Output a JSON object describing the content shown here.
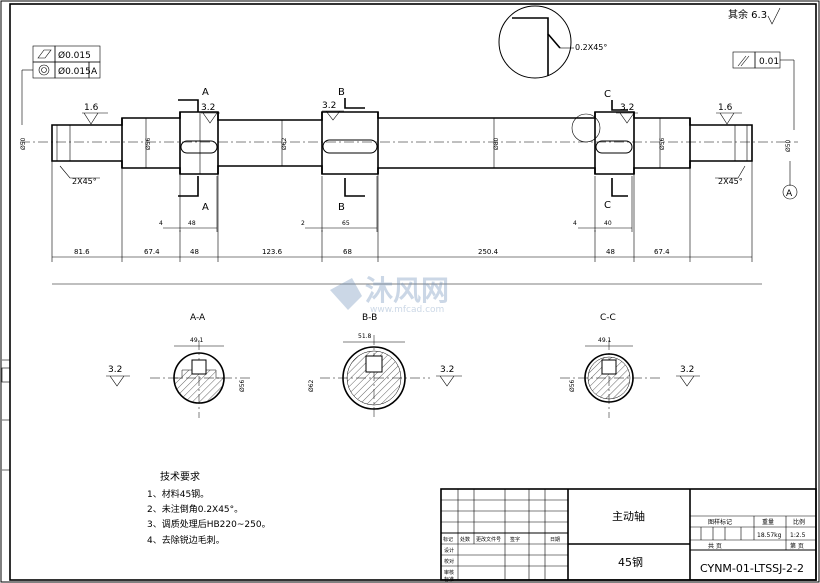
{
  "surface": {
    "other": "其余 6.3",
    "ra_main": "3.2",
    "ra_end": "1.6"
  },
  "chamfer": {
    "detail": "0.2X45°",
    "end": "2X45°"
  },
  "tolerance": {
    "cyl": "Ø0.015",
    "circ": "Ø0.015",
    "datum_ref": "A",
    "runout": "0.01",
    "datum": "A"
  },
  "sections": {
    "A": {
      "label": "A",
      "view_label": "A-A",
      "key_w": "49.1",
      "dia": "Ø56"
    },
    "B": {
      "label": "B",
      "view_label": "B-B",
      "key_w": "51.8",
      "dia": "Ø62"
    },
    "C": {
      "label": "C",
      "view_label": "C-C",
      "key_w": "49.1",
      "dia": "Ø56"
    }
  },
  "dimensions": {
    "total": [
      "81.6",
      "67.4",
      "48",
      "123.6",
      "68",
      "250.4",
      "48",
      "67.4"
    ],
    "keyways": [
      "48",
      "65",
      "40"
    ],
    "offsets": [
      "4",
      "2",
      "4"
    ],
    "diameters": [
      "Ø50",
      "Ø56",
      "Ø62",
      "Ø80",
      "Ø56",
      "Ø50"
    ]
  },
  "watermark": {
    "cn": "沐风网",
    "url": "www.mfcad.com"
  },
  "notes": {
    "title": "技术要求",
    "items": [
      "1、材料45钢。",
      "2、未注倒角0.2X45°。",
      "3、调质处理后HB220~250。",
      "4、去除锐边毛刺。"
    ]
  },
  "title_block": {
    "part_name": "主动轴",
    "material": "45钢",
    "drawing_no": "CYNM-01-LTSSJ-2-2",
    "weight": "18.57kg",
    "scale": "1:2.5",
    "col_stage": "图样标记",
    "col_weight": "重量",
    "col_scale": "比例",
    "total_sheets": "共  页",
    "sheet_no": "第  页",
    "rev_headers": [
      "标记",
      "处数",
      "更改文件号",
      "签字",
      "日期"
    ],
    "roles": [
      "设计",
      "校对",
      "审核",
      "标准"
    ]
  }
}
